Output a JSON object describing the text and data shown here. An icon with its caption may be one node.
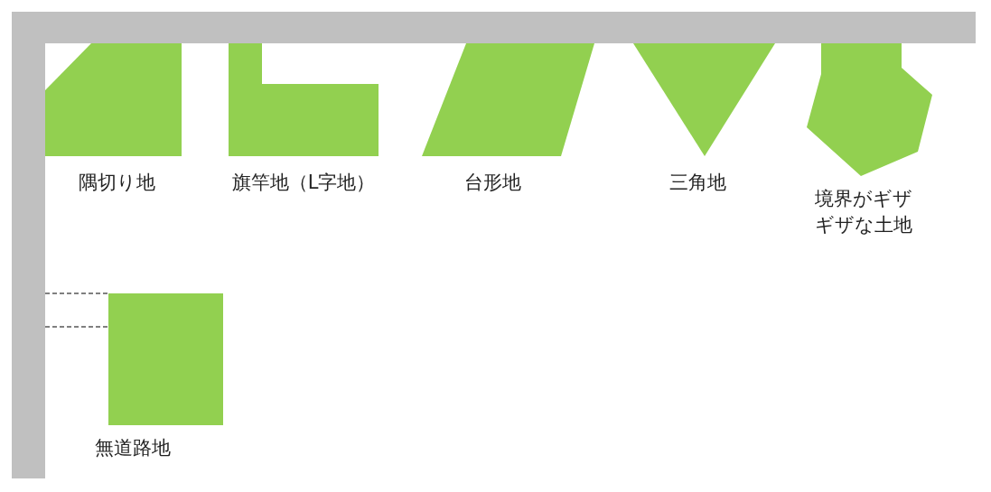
{
  "diagram": {
    "nodes": [
      {
        "text": [],
        "shape": "band"
      },
      {
        "text": [
          "隅切り地"
        ]
      },
      {
        "text": [
          "旗竿地（L字地）"
        ]
      },
      {
        "text": [
          "台形地"
        ]
      },
      {
        "text": [
          "三角地"
        ]
      },
      {
        "text": [
          "境界がギザギザな土地"
        ]
      },
      {
        "text": [
          "無道路地"
        ]
      }
    ],
    "edges": [
      {
        "from": 0,
        "to": 6,
        "arrow": "none",
        "style": "dashed"
      },
      {
        "from": 0,
        "to": 6,
        "arrow": "none",
        "style": "dashed"
      }
    ]
  }
}
